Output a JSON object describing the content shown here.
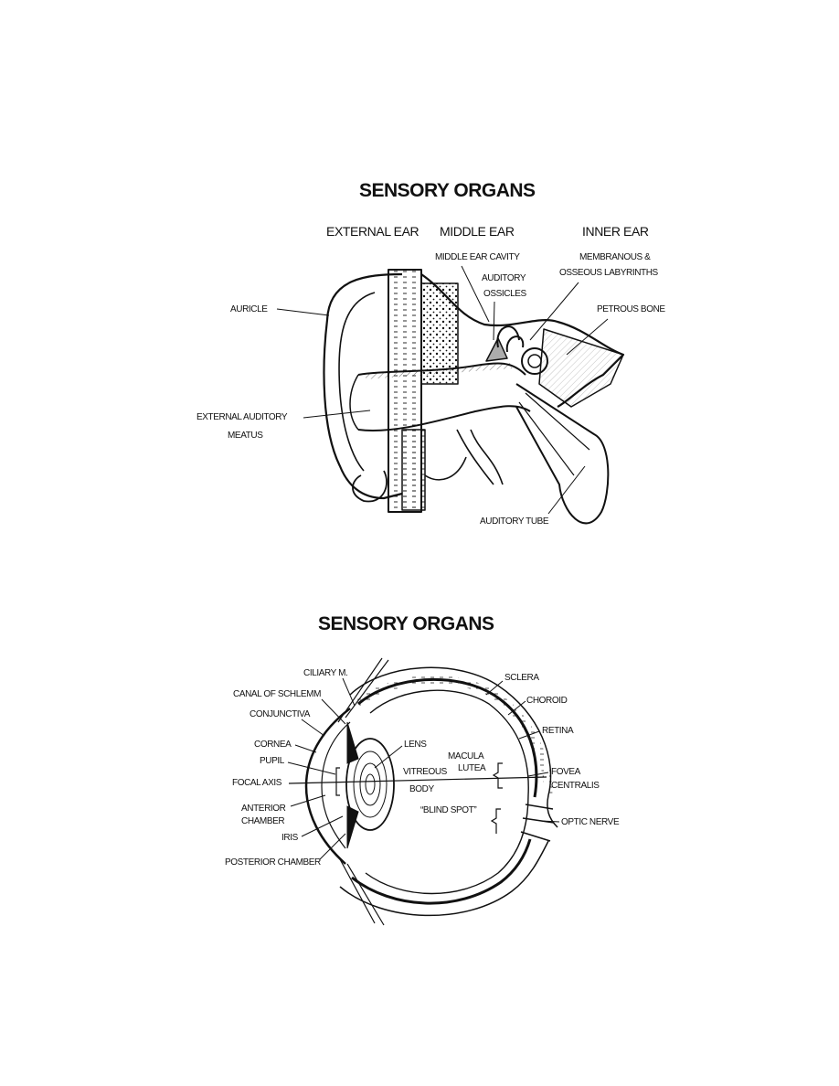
{
  "ear_figure": {
    "title": "SENSORY ORGANS",
    "sections": {
      "external": "EXTERNAL EAR",
      "middle": "MIDDLE EAR",
      "inner": "INNER EAR"
    },
    "labels": {
      "middle_ear_cavity": "MIDDLE EAR CAVITY",
      "auditory_ossicles_1": "AUDITORY",
      "auditory_ossicles_2": "OSSICLES",
      "labyrinths_1": "MEMBRANOUS &",
      "labyrinths_2": "OSSEOUS LABYRINTHS",
      "petrous_bone": "PETROUS BONE",
      "auricle": "AURICLE",
      "meatus_1": "EXTERNAL AUDITORY",
      "meatus_2": "MEATUS",
      "auditory_tube": "AUDITORY TUBE"
    }
  },
  "eye_figure": {
    "title": "SENSORY ORGANS",
    "labels": {
      "ciliary": "CILIARY M.",
      "schlemm": "CANAL OF SCHLEMM",
      "conjunctiva": "CONJUNCTIVA",
      "cornea": "CORNEA",
      "pupil": "PUPIL",
      "focal_axis": "FOCAL AXIS",
      "anterior_1": "ANTERIOR",
      "anterior_2": "CHAMBER",
      "iris": "IRIS",
      "posterior": "POSTERIOR CHAMBER",
      "lens": "LENS",
      "macula_1": "MACULA",
      "macula_2": "LUTEA",
      "vitreous_1": "VITREOUS",
      "vitreous_2": "BODY",
      "blind_spot": "“BLIND SPOT”",
      "sclera": "SCLERA",
      "choroid": "CHOROID",
      "retina": "RETINA",
      "fovea_1": "FOVEA",
      "fovea_2": "CENTRALIS",
      "optic_nerve": "OPTIC NERVE"
    }
  }
}
